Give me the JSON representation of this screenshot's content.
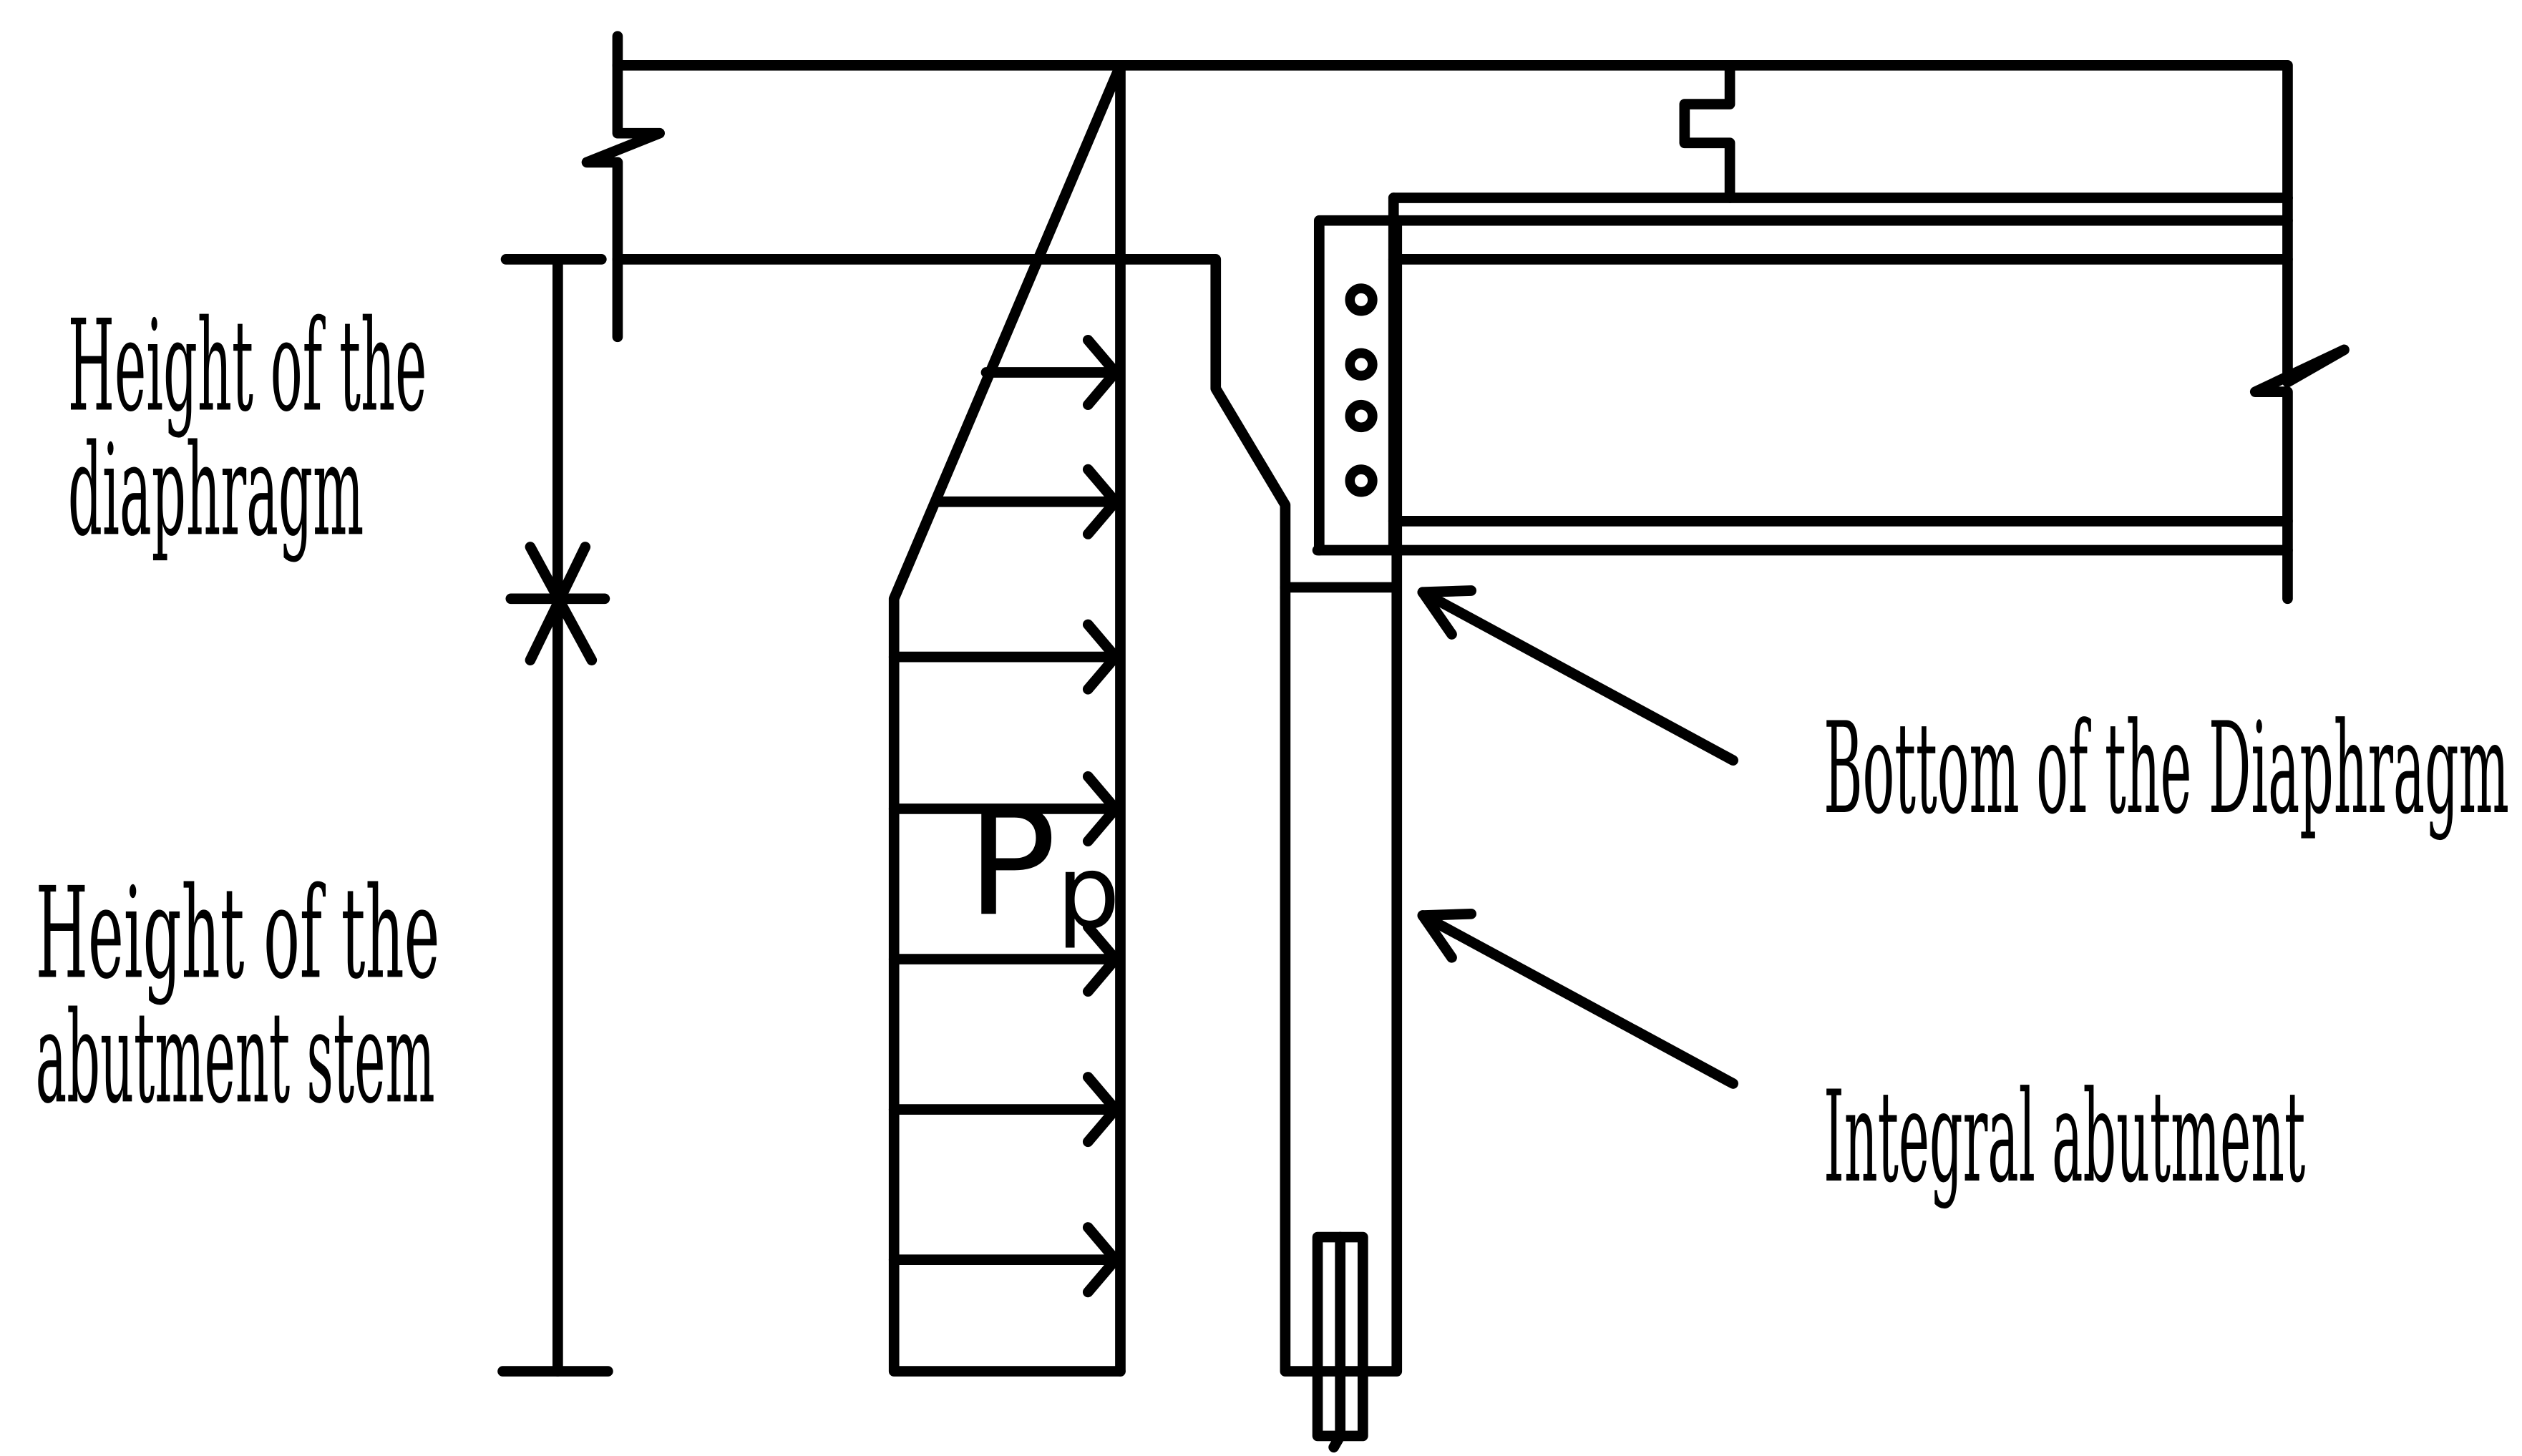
{
  "labels": {
    "height_diaphragm_line1": "Height of the",
    "height_diaphragm_line2": "diaphragm",
    "height_stem_line1": "Height  of  the",
    "height_stem_line2": "abutment stem",
    "bottom_diaphragm": "Bottom of the Diaphragm",
    "integral_abutment": "Integral abutment",
    "pressure_symbol": "P",
    "pressure_subscript": "p"
  },
  "colors": {
    "line": "#000000",
    "background": "#ffffff"
  }
}
